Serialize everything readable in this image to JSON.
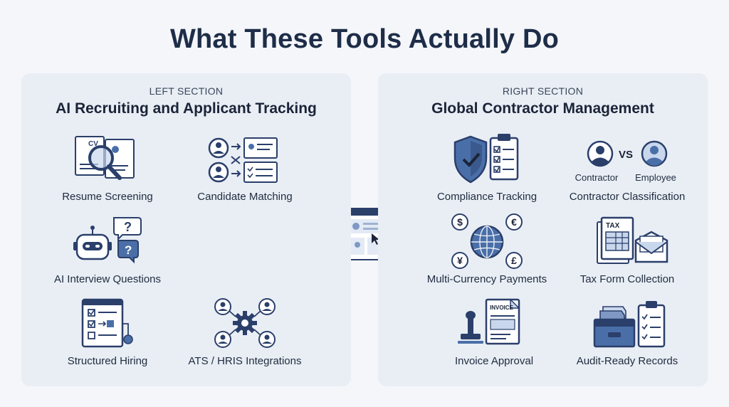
{
  "title": "What These Tools Actually Do",
  "left": {
    "kicker": "LEFT SECTION",
    "heading": "AI Recruiting and Applicant Tracking",
    "items": [
      {
        "label": "Resume Screening",
        "icon": "resume-magnifier-icon",
        "badge": "CV"
      },
      {
        "label": "Candidate Matching",
        "icon": "candidate-matching-icon"
      },
      {
        "label": "AI Interview Questions",
        "icon": "robot-question-icon"
      },
      {
        "label": "Structured Hiring",
        "icon": "checklist-flow-icon"
      },
      {
        "label": "ATS / HRIS Integrations",
        "icon": "gear-network-icon"
      }
    ]
  },
  "right": {
    "kicker": "RIGHT SECTION",
    "heading": "Global Contractor Management",
    "items": [
      {
        "label": "Compliance Tracking",
        "icon": "shield-clipboard-icon"
      },
      {
        "label": "Contractor Classification",
        "icon": "person-vs-person-icon",
        "sub_left": "Contractor",
        "sub_right": "Employee",
        "vs": "VS"
      },
      {
        "label": "Multi-Currency Payments",
        "icon": "globe-currency-icon",
        "symbols": [
          "$",
          "€",
          "¥",
          "£"
        ]
      },
      {
        "label": "Tax Form Collection",
        "icon": "tax-form-envelope-icon",
        "badge": "TAX"
      },
      {
        "label": "Invoice Approval",
        "icon": "stamp-invoice-icon",
        "badge": "INVOICE"
      },
      {
        "label": "Audit-Ready Records",
        "icon": "file-drawer-clipboard-icon"
      }
    ]
  },
  "colors": {
    "navy": "#2b3f6b",
    "blue": "#4a6fa8",
    "light_blue": "#c9d7ec",
    "panel": "#e9eef5",
    "background": "#f4f6fa"
  }
}
